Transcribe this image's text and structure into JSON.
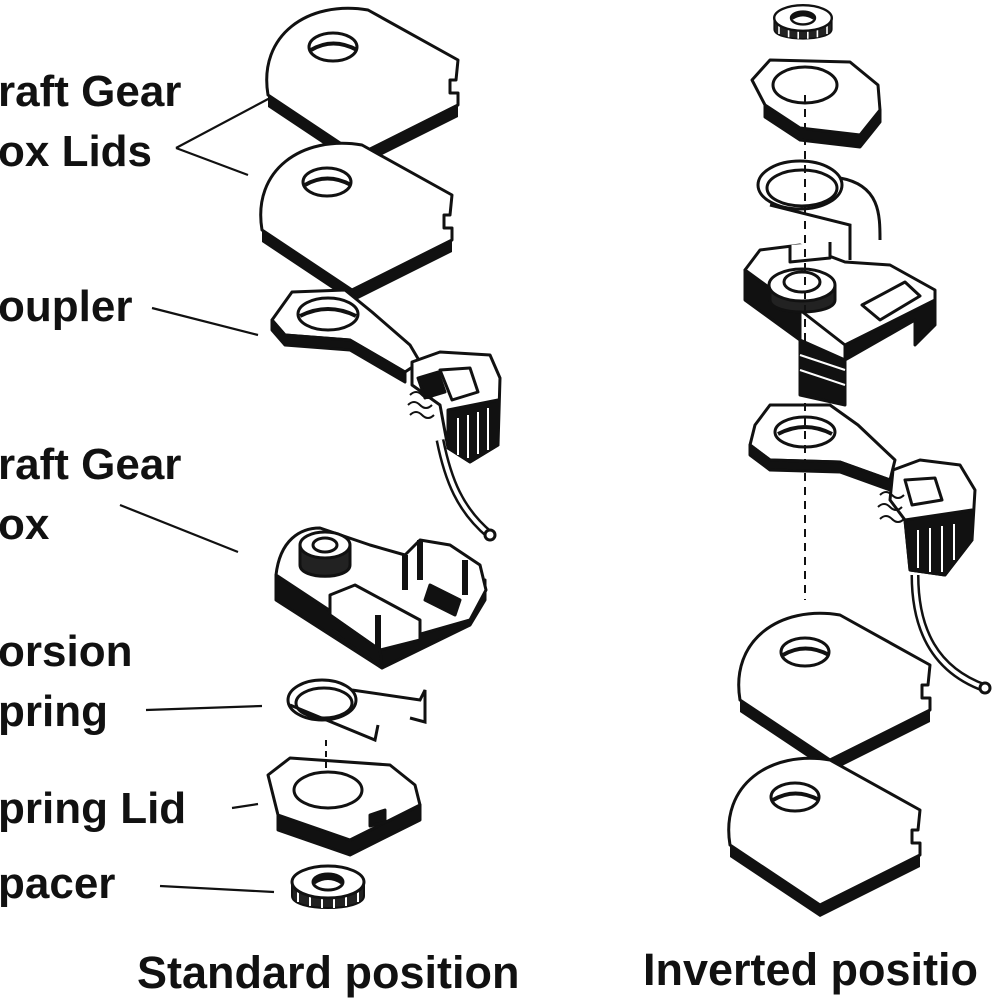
{
  "labels": {
    "draft_gear_box_lids": [
      "raft Gear",
      "ox Lids"
    ],
    "coupler": "oupler",
    "draft_gear_box": [
      "raft Gear",
      "ox"
    ],
    "torsion_spring": [
      "orsion",
      "pring"
    ],
    "spring_lid": "pring Lid",
    "spacer": "pacer"
  },
  "captions": {
    "standard": "Standard position",
    "inverted": "Inverted positio"
  },
  "colors": {
    "ink": "#111111",
    "paper": "#ffffff"
  }
}
